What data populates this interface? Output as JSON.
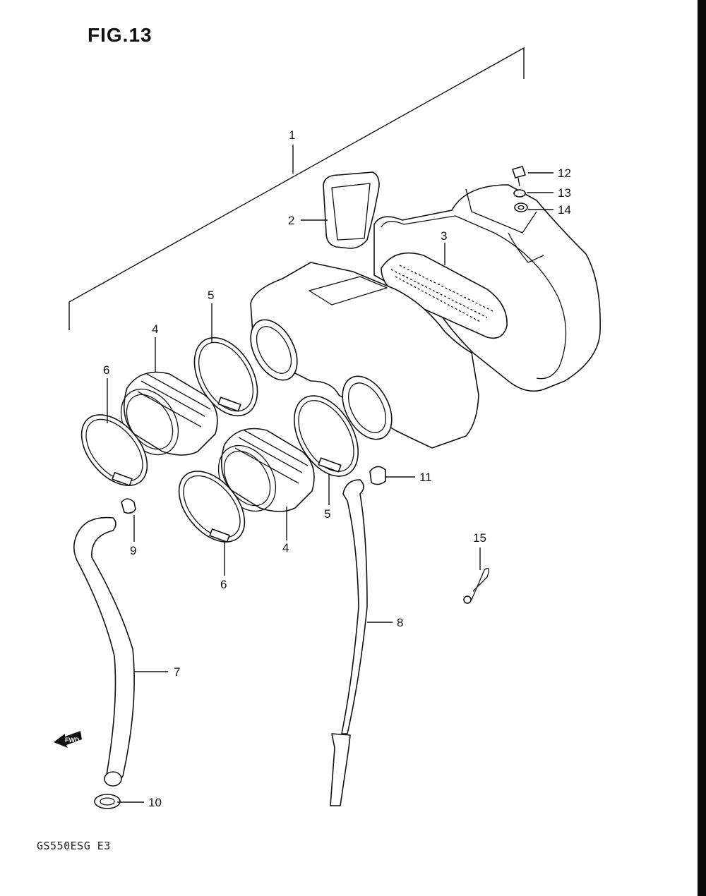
{
  "figure_title": "FIG.13",
  "footer_code": "GS550ESG E3",
  "fwd_label": "FWD",
  "callouts": [
    "1",
    "2",
    "3",
    "4",
    "4",
    "5",
    "5",
    "6",
    "6",
    "7",
    "8",
    "9",
    "10",
    "11",
    "12",
    "13",
    "14",
    "15"
  ]
}
